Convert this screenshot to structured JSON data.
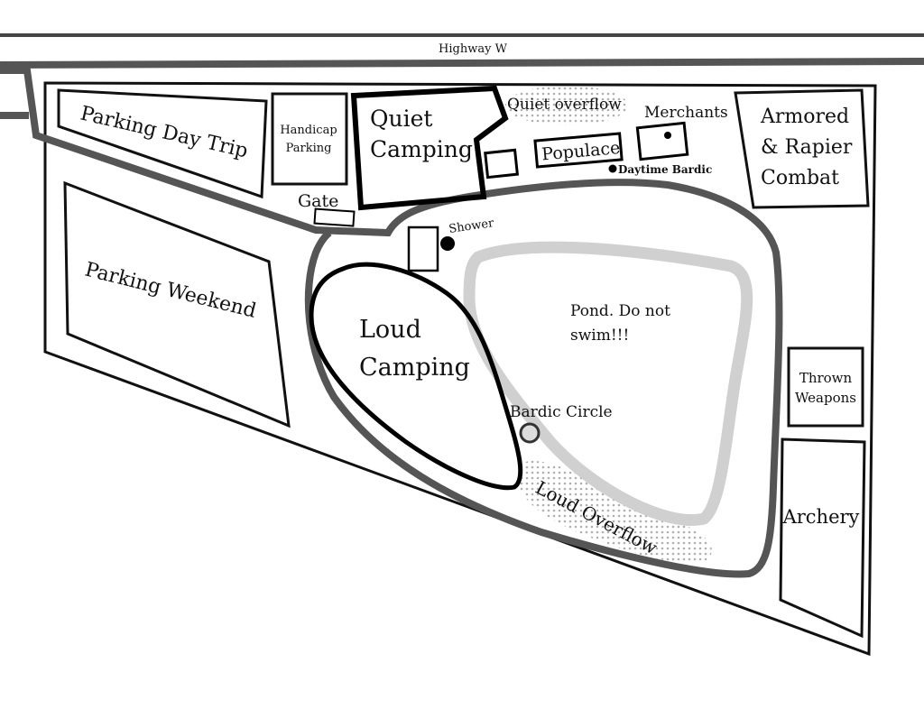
{
  "map": {
    "road_label": "Highway W",
    "areas": {
      "parking_day_trip": "Parking Day Trip",
      "handicap_parking_line1": "Handicap",
      "handicap_parking_line2": "Parking",
      "quiet_camping_line1": "Quiet",
      "quiet_camping_line2": "Camping",
      "quiet_overflow": "Quiet overflow",
      "merchants": "Merchants",
      "populace": "Populace",
      "daytime_bardic": "Daytime Bardic",
      "armored_line1": "Armored",
      "armored_line2": "& Rapier",
      "armored_line3": "Combat",
      "gate": "Gate",
      "shower": "Shower",
      "parking_weekend": "Parking Weekend",
      "loud_camping_line1": "Loud",
      "loud_camping_line2": "Camping",
      "pond_line1": "Pond. Do not",
      "pond_line2": "swim!!!",
      "bardic_circle": "Bardic Circle",
      "loud_overflow": "Loud Overflow",
      "thrown_line1": "Thrown",
      "thrown_line2": "Weapons",
      "archery": "Archery"
    },
    "colors": {
      "road": "#555555",
      "pond": "#d0d0d0",
      "outline": "#111111",
      "overflow": "#bbbbbb"
    }
  }
}
